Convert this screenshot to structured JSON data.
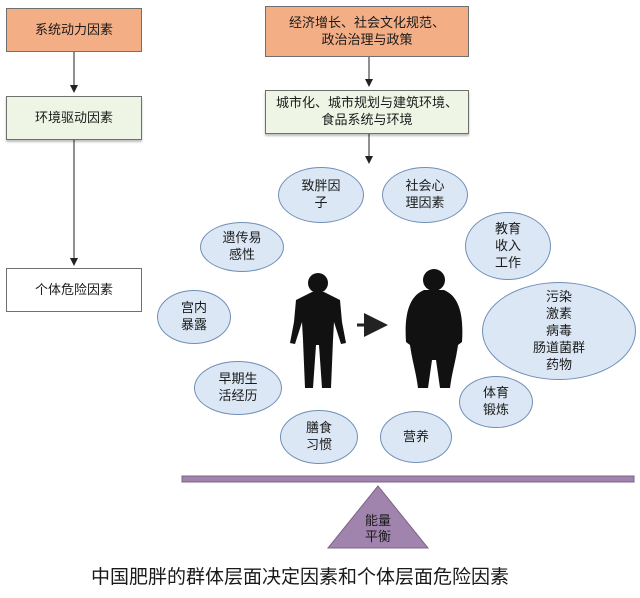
{
  "left_column": {
    "systemic": "系统动力因素",
    "environmental": "环境驱动因素",
    "individual": "个体危险因素"
  },
  "right_column": {
    "macro": "经济增长、社会文化规范、\n政治治理与政策",
    "urban": "城市化、城市规划与建筑环境、\n食品系统与环境"
  },
  "factors": {
    "obesogenic": "致胖因\n子",
    "psychosocial": "社会心\n理因素",
    "education_income": "教育\n收入\n工作",
    "pollution": "污染\n激素\n病毒\n肠道菌群\n药物",
    "genetic": "遗传易\n感性",
    "intrauterine": "宫内\n暴露",
    "early_life": "早期生\n活经历",
    "diet": "膳食\n习惯",
    "nutrition": "营养",
    "exercise": "体育\n锻炼"
  },
  "balance": {
    "label": "能量\n平衡"
  },
  "caption": "中国肥胖的群体层面决定因素和个体层面危险因素",
  "colors": {
    "orange_box": "#f3ae86",
    "green_box": "#eef5e4",
    "bubble_fill": "#dbe7f4",
    "bubble_border": "#6f8fb7",
    "balance_fill": "#a184ae"
  }
}
